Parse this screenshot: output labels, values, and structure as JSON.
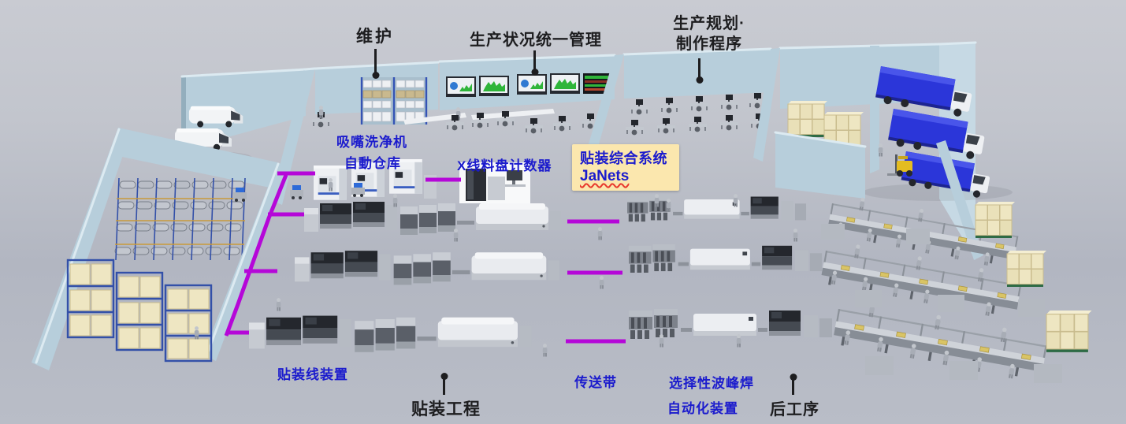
{
  "theme": {
    "label_blue": "#1b1bcd",
    "label_black": "#1d1d1f",
    "note_bg": "#fbe7ae",
    "note_underline": "#e8372c",
    "network_line": "#b507d8",
    "wall_face": "#b7cedb",
    "wall_top": "#dceaf1",
    "wall_shade": "#93aebd",
    "floor_top": "#c9cbd2",
    "floor_mid": "#b2b6c1",
    "truck_blue": "#2b36d9",
    "box_cream": "#eee6c2",
    "pallet_green": "#2e6b45"
  },
  "callouts": {
    "maintenance": "维护",
    "production_status": "生产状况统一管理",
    "planning_line1": "生产规划·",
    "planning_line2": "制作程序",
    "nozzle_cleaner": "吸嘴洗净机",
    "auto_warehouse": "自動仓库",
    "xray_reel_counter": "X线料盘计数器",
    "janets_system": "贴装综合系统",
    "janets_name": "JaNets",
    "mounting_line_devices": "贴装线装置",
    "mounting_process": "贴装工程",
    "conveyor_belt": "传送带",
    "selective_wave_soldering": "选择性波峰焊",
    "automation_equipment": "自动化装置",
    "post_process": "后工序"
  }
}
